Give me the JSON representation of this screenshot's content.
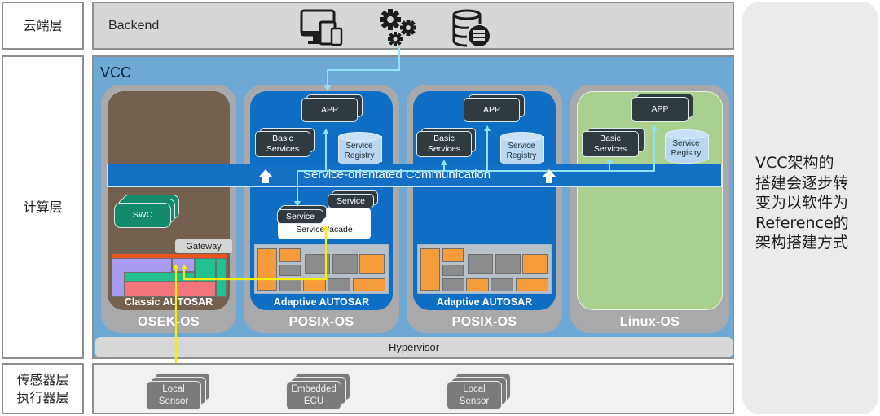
{
  "layers": {
    "cloud": "云端层",
    "compute": "计算层",
    "sensor_actuator": [
      "传感器层",
      "执行器层"
    ]
  },
  "backend": {
    "title": "Backend",
    "icons": [
      "devices-icon",
      "gears-icon",
      "database-list-icon"
    ]
  },
  "vcc": {
    "title": "VCC",
    "communication_bar": "Service-orientated Communication",
    "hypervisor": "Hypervisor",
    "columns": [
      {
        "os": "OSEK-OS",
        "platform": "Classic AUTOSAR",
        "swc": "SWC",
        "gateway": "Gateway",
        "colors": {
          "outer": "#a9a9ab",
          "inner": "#73604f"
        }
      },
      {
        "os": "POSIX-OS",
        "platform": "Adaptive AUTOSAR",
        "app": "APP",
        "basic_services": [
          "Basic",
          "Services"
        ],
        "service_registry": [
          "Service",
          "Registry"
        ],
        "service_facade": "Service facade",
        "service_a": "Service",
        "service_b": "Service",
        "colors": {
          "outer": "#a9a9ab",
          "inner": "#0d6ec4"
        }
      },
      {
        "os": "POSIX-OS",
        "platform": "Adaptive AUTOSAR",
        "app": "APP",
        "basic_services": [
          "Basic",
          "Services"
        ],
        "service_registry": [
          "Service",
          "Registry"
        ],
        "colors": {
          "outer": "#a9a9ab",
          "inner": "#0d6ec4"
        }
      },
      {
        "os": "Linux-OS",
        "app": "APP",
        "basic_services": [
          "Basic",
          "Services"
        ],
        "service_registry": [
          "Service",
          "Registry"
        ],
        "colors": {
          "outer": "#a9a9ab",
          "inner": "#a9d08e"
        }
      }
    ]
  },
  "devices": [
    {
      "line1": "Local",
      "line2": "Sensor"
    },
    {
      "line1": "Embedded",
      "line2": "ECU"
    },
    {
      "line1": "Local",
      "line2": "Sensor"
    }
  ],
  "side_note": [
    "VCC架构的",
    "搭建会逐步转",
    "变为以软件为",
    "Reference的",
    "架构搭建方式"
  ],
  "colors": {
    "connector_cyan": "#8fe3f5",
    "connector_yellow": "#f5f000",
    "comm_bar": "#1370c4",
    "vcc_bg": "#6ea9d6"
  }
}
